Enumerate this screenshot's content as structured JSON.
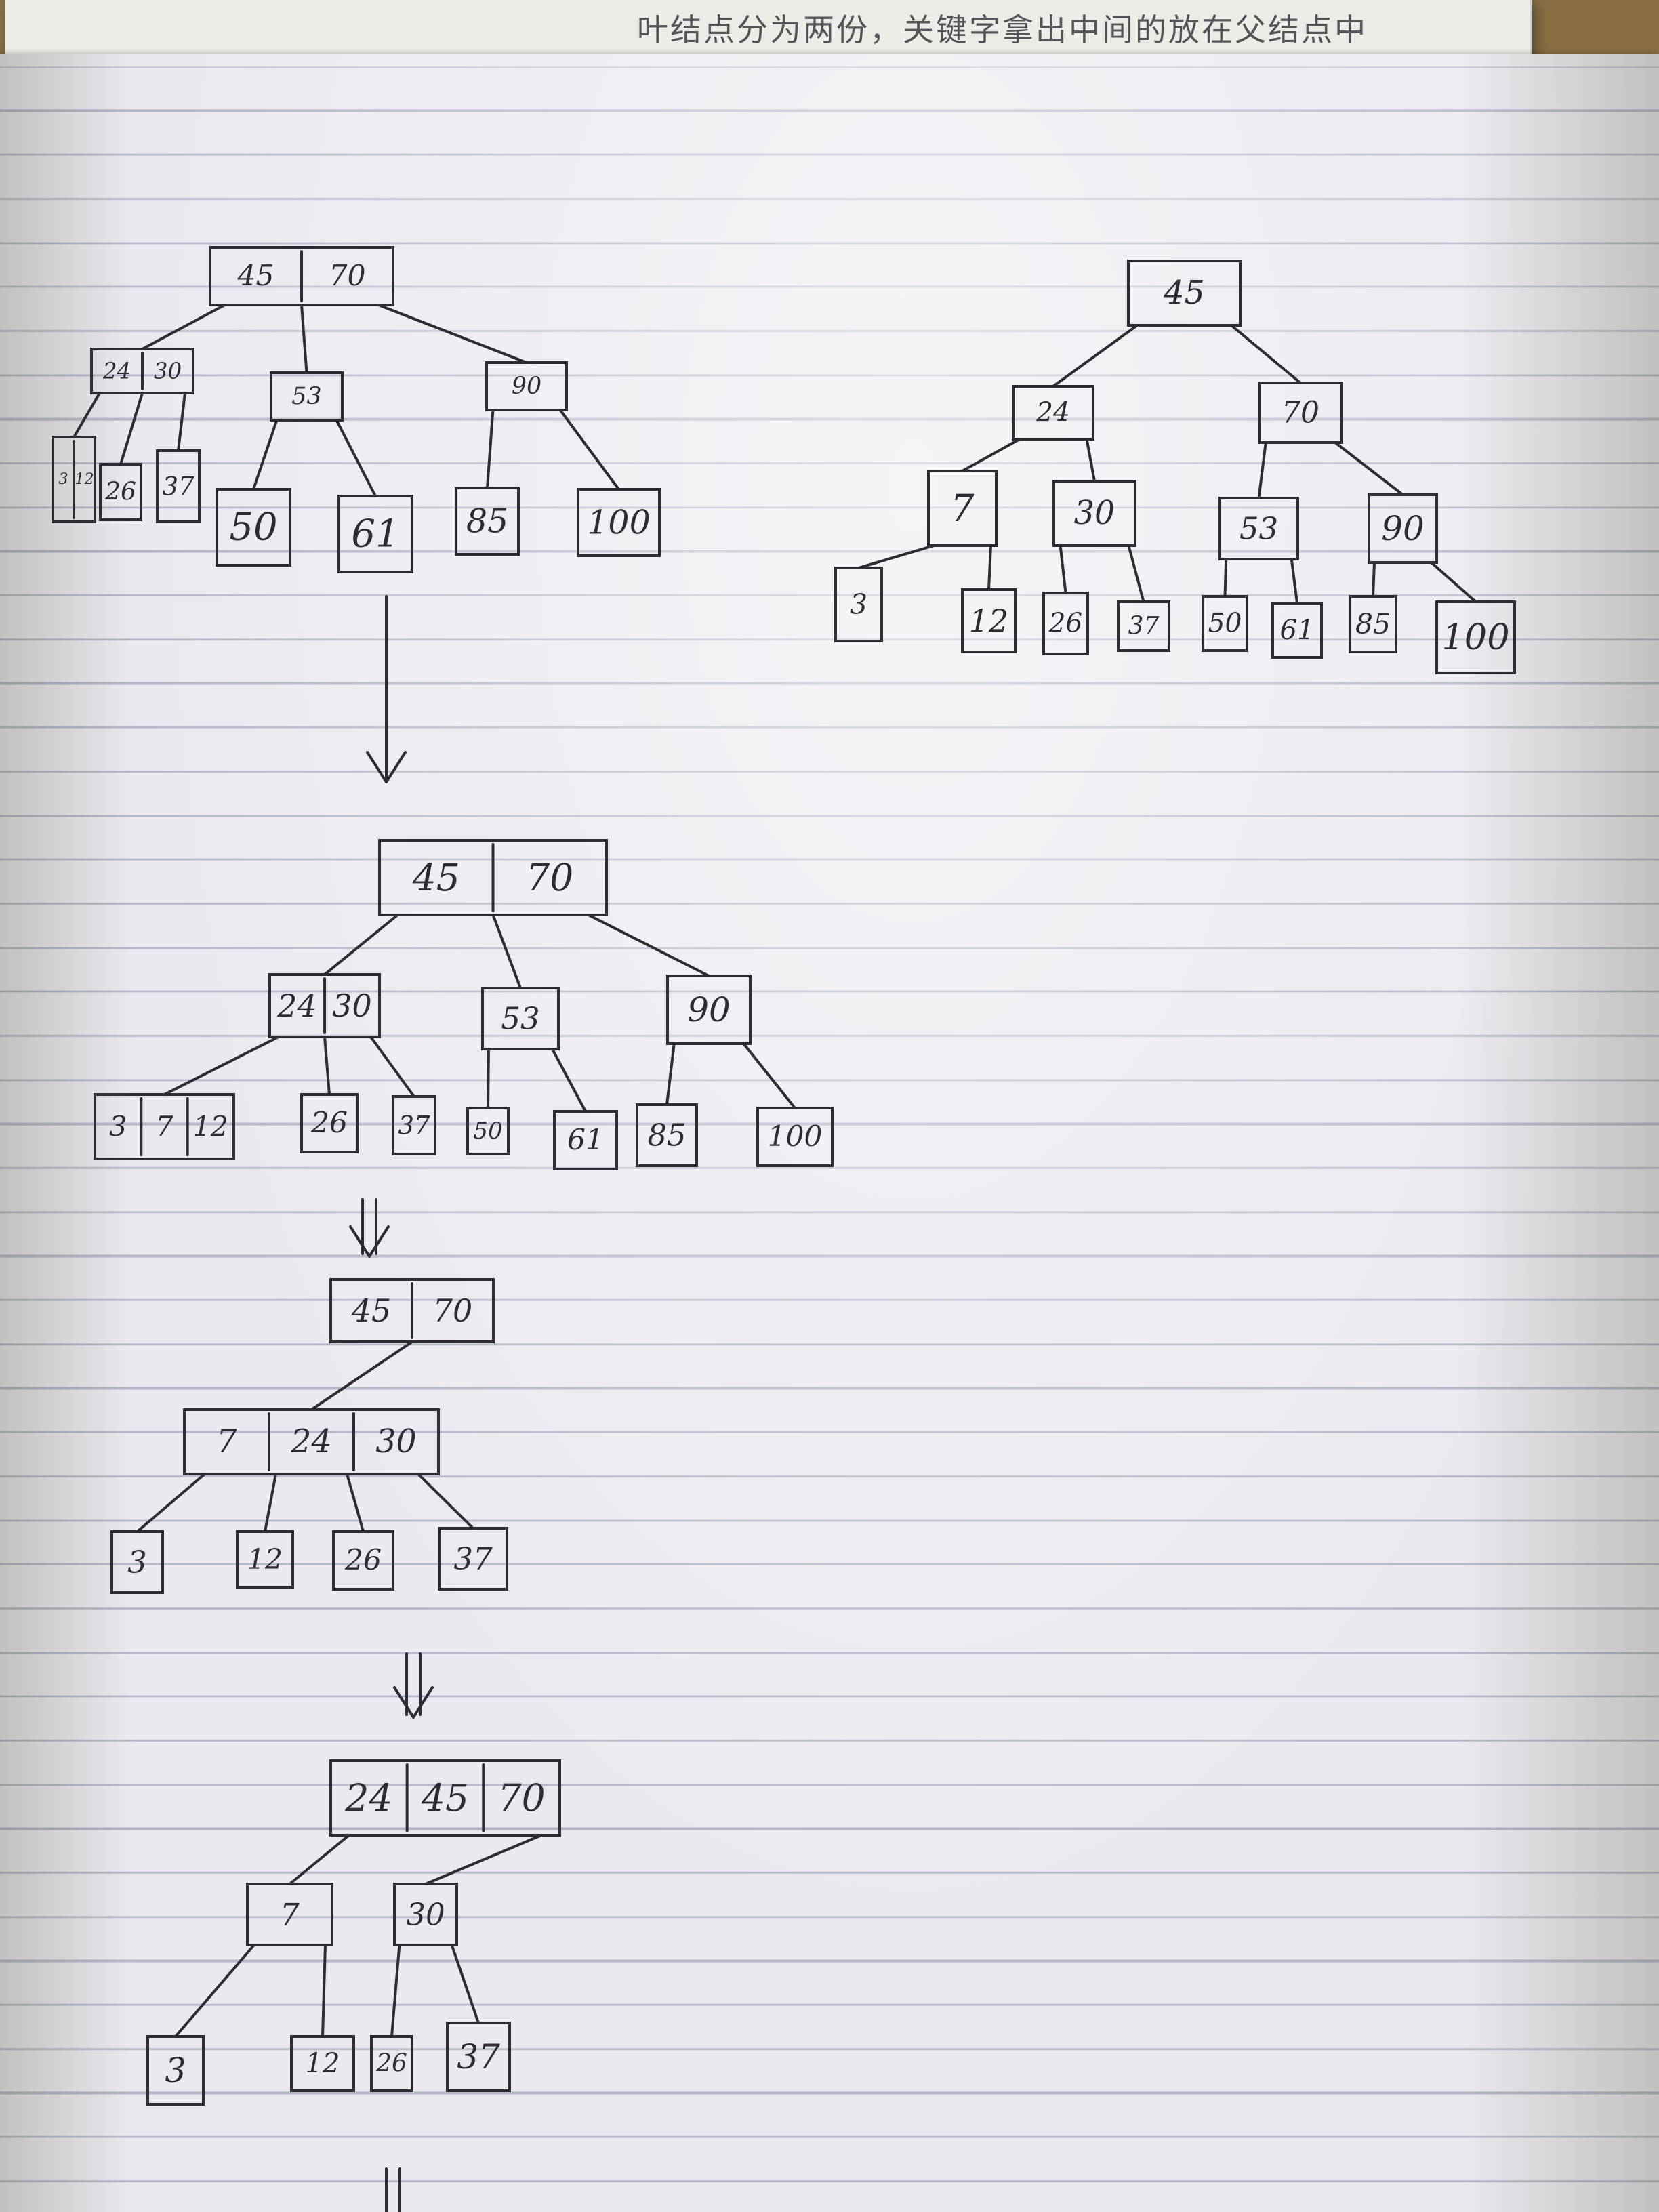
{
  "page": {
    "heading": "叶结点分为两份，关键字拿出中间的放在父结点中"
  },
  "trees": [
    {
      "name": "tree-1-top-left",
      "nodes": [
        {
          "id": "a1",
          "keys": [
            "45",
            "70"
          ]
        },
        {
          "id": "a2",
          "keys": [
            "24",
            "30"
          ]
        },
        {
          "id": "a3",
          "keys": [
            "53"
          ]
        },
        {
          "id": "a4",
          "keys": [
            "90"
          ]
        },
        {
          "id": "a5",
          "keys": [
            "3",
            "12"
          ]
        },
        {
          "id": "a6",
          "keys": [
            "26"
          ]
        },
        {
          "id": "a7",
          "keys": [
            "37"
          ]
        },
        {
          "id": "a8",
          "keys": [
            "50"
          ]
        },
        {
          "id": "a9",
          "keys": [
            "61"
          ]
        },
        {
          "id": "a10",
          "keys": [
            "85"
          ]
        },
        {
          "id": "a11",
          "keys": [
            "100"
          ]
        }
      ]
    },
    {
      "name": "tree-2-middle",
      "nodes": [
        {
          "id": "b1",
          "keys": [
            "45",
            "70"
          ]
        },
        {
          "id": "b2",
          "keys": [
            "24",
            "30"
          ]
        },
        {
          "id": "b3",
          "keys": [
            "53"
          ]
        },
        {
          "id": "b4",
          "keys": [
            "90"
          ]
        },
        {
          "id": "b5",
          "keys": [
            "3",
            "7",
            "12"
          ]
        },
        {
          "id": "b6",
          "keys": [
            "26"
          ]
        },
        {
          "id": "b7",
          "keys": [
            "37"
          ]
        },
        {
          "id": "b8",
          "keys": [
            "50"
          ]
        },
        {
          "id": "b9",
          "keys": [
            "61"
          ]
        },
        {
          "id": "b10",
          "keys": [
            "85"
          ]
        },
        {
          "id": "b11",
          "keys": [
            "100"
          ]
        }
      ]
    },
    {
      "name": "tree-3-partial",
      "nodes": [
        {
          "id": "c1",
          "keys": [
            "45",
            "70"
          ]
        },
        {
          "id": "c2",
          "keys": [
            "7",
            "24",
            "30"
          ]
        },
        {
          "id": "c3",
          "keys": [
            "3"
          ]
        },
        {
          "id": "c4",
          "keys": [
            "12"
          ]
        },
        {
          "id": "c5",
          "keys": [
            "26"
          ]
        },
        {
          "id": "c6",
          "keys": [
            "37"
          ]
        }
      ]
    },
    {
      "name": "tree-4-partial",
      "nodes": [
        {
          "id": "d1",
          "keys": [
            "24",
            "45",
            "70"
          ]
        },
        {
          "id": "d2",
          "keys": [
            "7"
          ]
        },
        {
          "id": "d3",
          "keys": [
            "30"
          ]
        },
        {
          "id": "d4",
          "keys": [
            "3"
          ]
        },
        {
          "id": "d5",
          "keys": [
            "12"
          ]
        },
        {
          "id": "d6",
          "keys": [
            "26"
          ]
        },
        {
          "id": "d7",
          "keys": [
            "37"
          ]
        }
      ]
    },
    {
      "name": "tree-5-final-right",
      "nodes": [
        {
          "id": "e1",
          "keys": [
            "45"
          ]
        },
        {
          "id": "e2",
          "keys": [
            "24"
          ]
        },
        {
          "id": "e3",
          "keys": [
            "70"
          ]
        },
        {
          "id": "e4",
          "keys": [
            "7"
          ]
        },
        {
          "id": "e5",
          "keys": [
            "30"
          ]
        },
        {
          "id": "e6",
          "keys": [
            "53"
          ]
        },
        {
          "id": "e7",
          "keys": [
            "90"
          ]
        },
        {
          "id": "e8",
          "keys": [
            "3"
          ]
        },
        {
          "id": "e9",
          "keys": [
            "12"
          ]
        },
        {
          "id": "e10",
          "keys": [
            "26"
          ]
        },
        {
          "id": "e11",
          "keys": [
            "37"
          ]
        },
        {
          "id": "e12",
          "keys": [
            "50"
          ]
        },
        {
          "id": "e13",
          "keys": [
            "61"
          ]
        },
        {
          "id": "e14",
          "keys": [
            "85"
          ]
        },
        {
          "id": "e15",
          "keys": [
            "100"
          ]
        }
      ]
    }
  ]
}
